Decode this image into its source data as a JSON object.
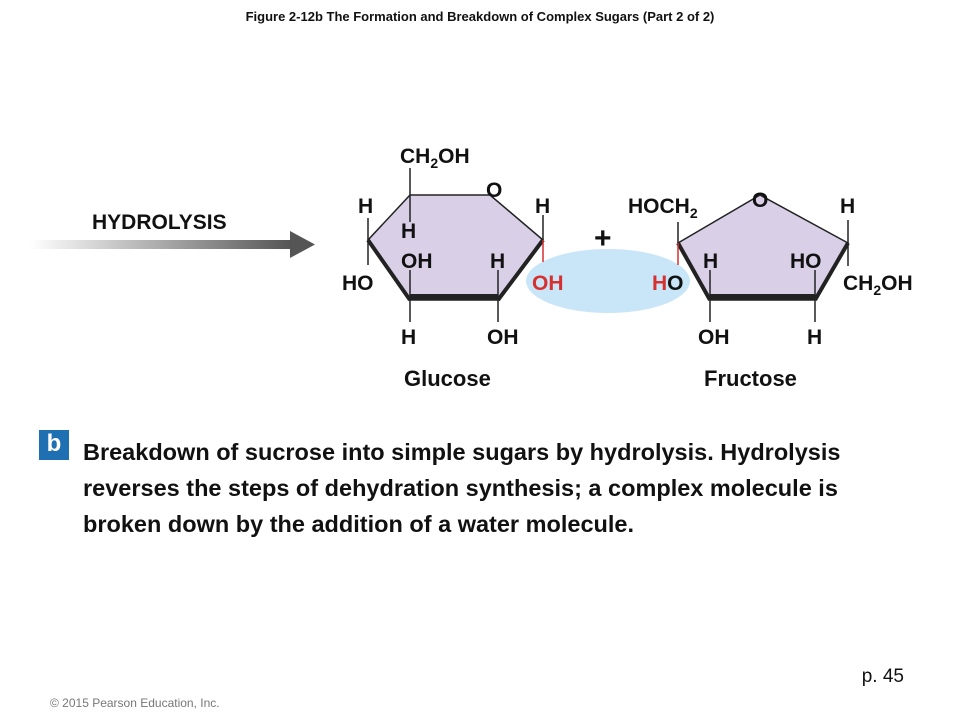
{
  "figure_title": "Figure 2-12b  The Formation and Breakdown of Complex Sugars (Part 2 of 2)",
  "process_label": "HYDROLYSIS",
  "plus_sign": "+",
  "colors": {
    "ring_fill": "#d9d0e8",
    "water_oval": "#c9e6f8",
    "highlight_red": "#d63030",
    "arrow_dark": "#555555",
    "badge_blue": "#1f6fb3"
  },
  "glucose": {
    "name": "Glucose",
    "ch2oh": "CH",
    "ch2oh_sub": "2",
    "ch2oh_tail": "OH",
    "ring_o": "O",
    "h_top_left": "H",
    "h_top_right": "H",
    "h_inner": "H",
    "ho_left": "HO",
    "oh_inner": "OH",
    "h_inner_right": "H",
    "oh_right": "OH",
    "h_bottom_left": "H",
    "oh_bottom_right": "OH"
  },
  "fructose": {
    "name": "Fructose",
    "hoch2": "HOCH",
    "hoch2_sub": "2",
    "ring_o": "O",
    "h_top_right": "H",
    "h_left_h": "H",
    "h_left_o": "O",
    "h_inner": "H",
    "ho_inner": "HO",
    "ch2oh_right": "CH",
    "ch2oh_right_sub": "2",
    "ch2oh_right_tail": "OH",
    "oh_bottom_left": "OH",
    "h_bottom_right": "H"
  },
  "badge_letter": "b",
  "caption": "Breakdown of sucrose into simple sugars by hydrolysis. Hydrolysis reverses the steps of dehydration synthesis; a complex molecule is broken down by the addition of a water molecule.",
  "page_ref": "p. 45",
  "copyright": "© 2015 Pearson Education, Inc."
}
